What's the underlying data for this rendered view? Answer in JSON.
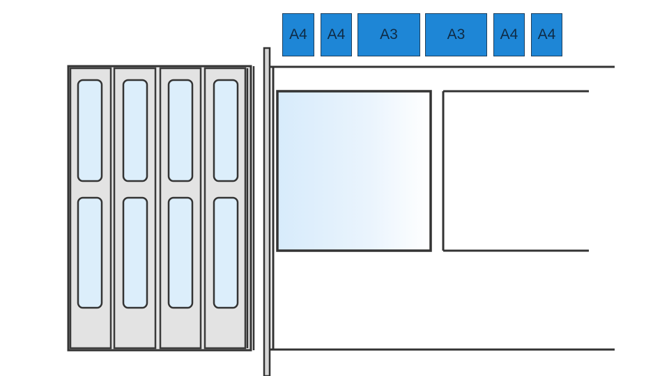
{
  "paper_sizes": [
    {
      "label": "A4"
    },
    {
      "label": "A4"
    },
    {
      "label": "A3"
    },
    {
      "label": "A3"
    },
    {
      "label": "A4"
    },
    {
      "label": "A4"
    }
  ],
  "colors": {
    "paper_fill": "#1e86d6",
    "paper_border": "#1d3e5c",
    "panel_fill": "#e6e6e6",
    "glass_fill": "#dceefb",
    "line": "#333333"
  }
}
